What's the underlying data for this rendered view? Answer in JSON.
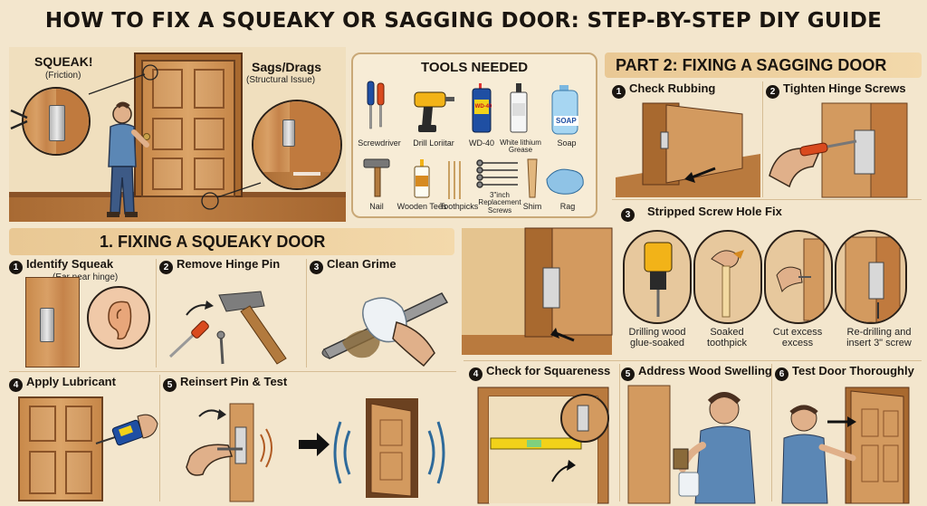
{
  "title": "HOW TO FIX A SQUEAKY OR SAGGING DOOR: STEP-BY-STEP DIY GUIDE",
  "intro": {
    "squeak_label": "SQUEAK!",
    "squeak_sub": "(Friction)",
    "sags_label": "Sags/Drags",
    "sags_sub": "(Structural Issue)"
  },
  "tools": {
    "header": "TOOLS NEEDED",
    "items": [
      "Screwdriver",
      "Drill Loriitar",
      "WD-40",
      "White lithium Grease",
      "Soap",
      "Nail",
      "Wooden Tees",
      "Toothpicks",
      "3\"inch Replacement Screws",
      "Shim",
      "Rag"
    ],
    "wd40_text": "WD-40",
    "soap_text": "SOAP"
  },
  "part1": {
    "header": "1. FIXING A SQUEAKY DOOR",
    "steps": [
      {
        "num": "1",
        "label": "Identify Squeak",
        "sub": "(Ear near hinge)"
      },
      {
        "num": "2",
        "label": "Remove Hinge Pin"
      },
      {
        "num": "3",
        "label": "Clean Grime"
      },
      {
        "num": "4",
        "label": "Apply Lubricant"
      },
      {
        "num": "5",
        "label": "Reinsert Pin & Test"
      }
    ]
  },
  "part2": {
    "header": "PART 2: FIXING A SAGGING DOOR",
    "steps": [
      {
        "num": "1",
        "label": "Check Rubbing"
      },
      {
        "num": "2",
        "label": "Tighten Hinge Screws"
      },
      {
        "num": "3",
        "label": "Stripped Screw Hole Fix"
      },
      {
        "num": "4",
        "label": "Check for Squareness"
      },
      {
        "num": "5",
        "label": "Address Wood Swelling"
      },
      {
        "num": "6",
        "label": "Test Door Thoroughly"
      }
    ],
    "stripped_substeps": [
      "Drilling wood glue-soaked",
      "Soaked toothpick",
      "Cut excess excess",
      "Re-drilling and insert 3\" screw"
    ]
  },
  "colors": {
    "background": "#f3e6cd",
    "wood": "#d39a5f",
    "panel_border": "#c9a877",
    "wd40_blue": "#1f4fa3",
    "drill_yellow": "#f2b318"
  }
}
